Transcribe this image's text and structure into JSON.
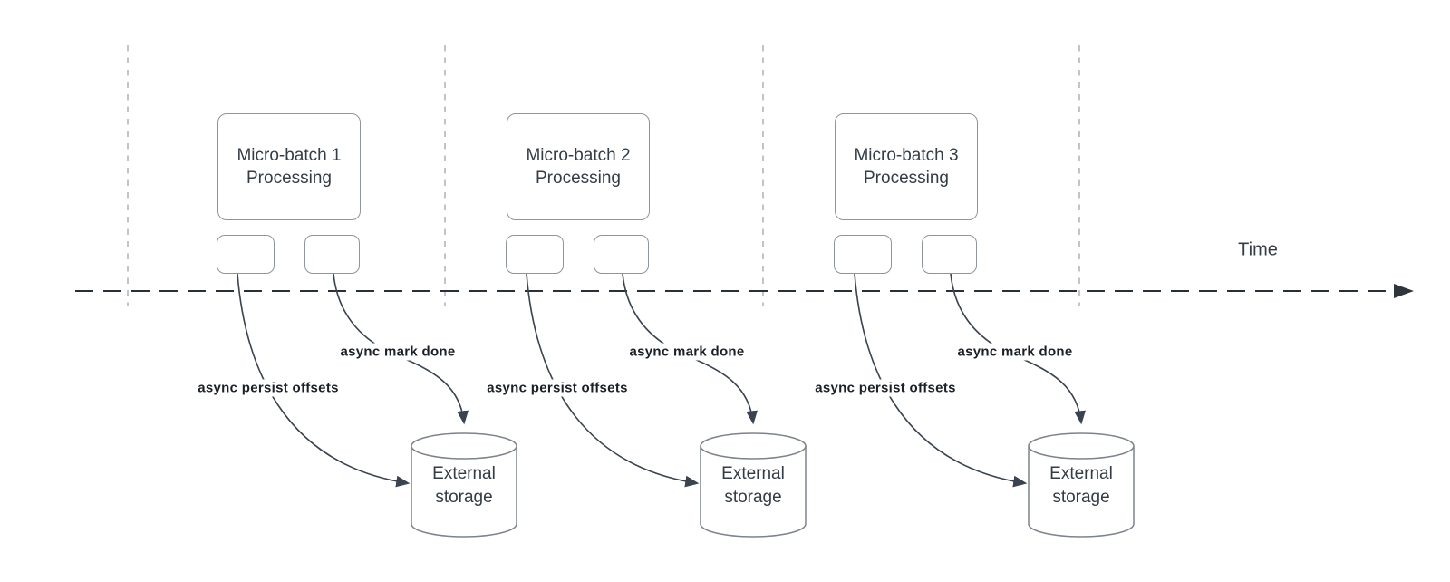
{
  "axis": {
    "label": "Time"
  },
  "batches": [
    {
      "box_label_line1": "Micro-batch 1",
      "box_label_line2": "Processing",
      "persist_arrow_label": "async persist offsets",
      "done_arrow_label": "async mark done",
      "storage_label_line1": "External",
      "storage_label_line2": "storage"
    },
    {
      "box_label_line1": "Micro-batch 2",
      "box_label_line2": "Processing",
      "persist_arrow_label": "async persist offsets",
      "done_arrow_label": "async mark done",
      "storage_label_line1": "External",
      "storage_label_line2": "storage"
    },
    {
      "box_label_line1": "Micro-batch 3",
      "box_label_line2": "Processing",
      "persist_arrow_label": "async persist offsets",
      "done_arrow_label": "async mark done",
      "storage_label_line1": "External",
      "storage_label_line2": "storage"
    }
  ],
  "colors": {
    "background": "#ffffff",
    "connector": "#3a4450",
    "time_axis": "#2a3037",
    "guide_line": "#b3b6bc",
    "shape_border": "#8f959c",
    "shape_text": "#343c46",
    "bold_label_text": "#1b2026"
  }
}
